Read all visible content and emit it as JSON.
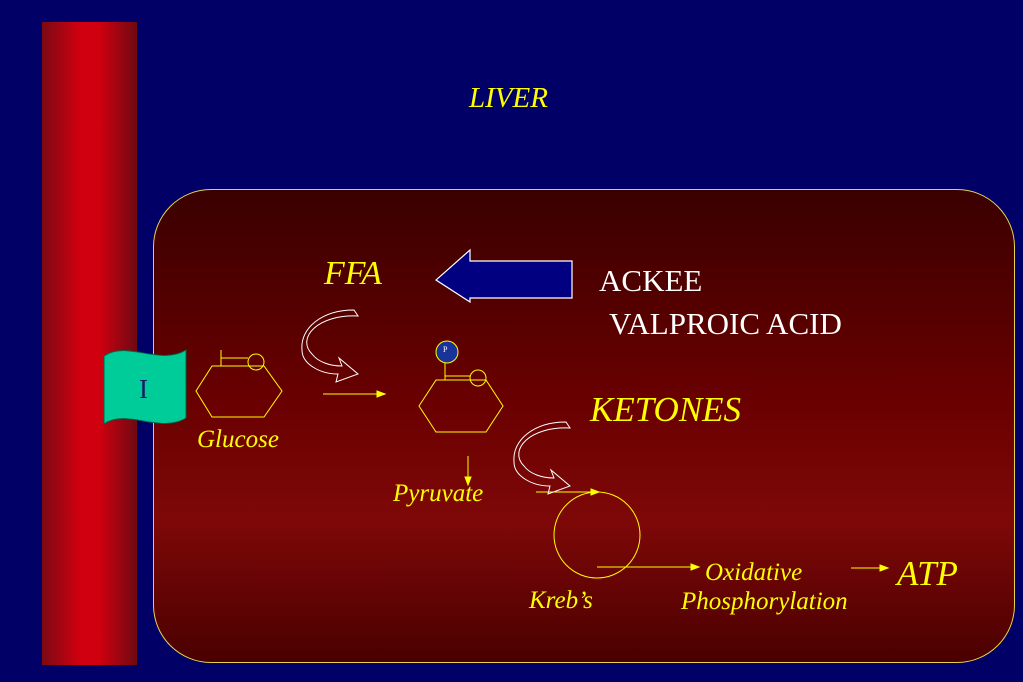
{
  "title": "LIVER",
  "labels": {
    "ffa": "FFA",
    "ackee": "ACKEE",
    "valproic": "VALPROIC ACID",
    "ketones": "KETONES",
    "glucose": "Glucose",
    "pyruvate": "Pyruvate",
    "krebs": "Kreb’s",
    "oxidative": "Oxidative",
    "phosphorylation": "Phosphorylation",
    "atp": "ATP",
    "insulin_receptor": "I",
    "phosphate": "P"
  },
  "colors": {
    "background": "#000066",
    "vessel": "#d10010",
    "liver_fill": "#6a0000",
    "label_yellow": "#ffff00",
    "label_white": "#ffffff",
    "receptor": "#00cc99",
    "inhibition_arrow": "#000080"
  }
}
